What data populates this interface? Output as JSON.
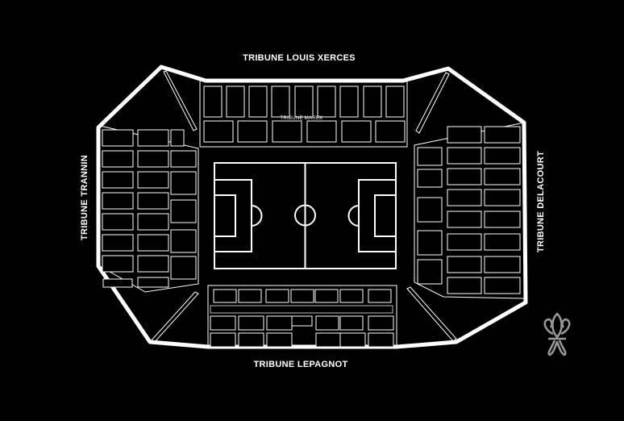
{
  "stadium": {
    "stands": {
      "north": "TRIBUNE LOUIS XERCES",
      "north_inner": "TRIBUNE MAREK",
      "west": "TRIBUNE TRANNIN",
      "east": "TRIBUNE DELACOURT",
      "south": "TRIBUNE LEPAGNOT"
    },
    "selected_section": "south-row1-col7",
    "colors": {
      "background": "#000000",
      "outline": "#ffffff",
      "selected": "#9a9a9a",
      "logo": "#9a9a9a"
    },
    "logo_icon": "fleur-de-lis-icon"
  }
}
